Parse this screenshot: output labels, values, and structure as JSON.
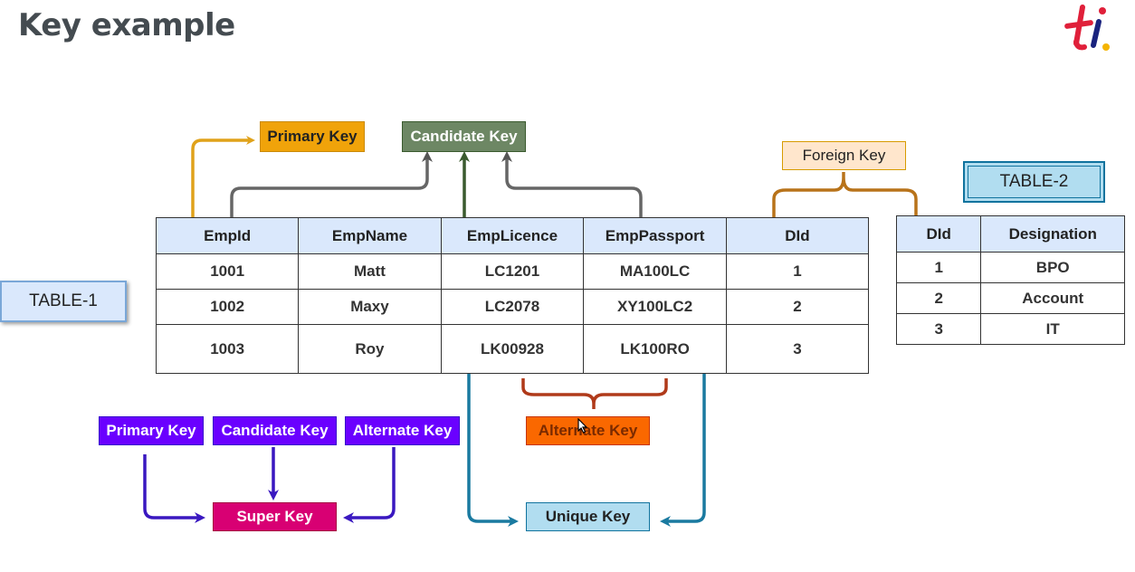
{
  "page_title": "Key example",
  "table1": {
    "label": "TABLE-1",
    "headers": [
      "EmpId",
      "EmpName",
      "EmpLicence",
      "EmpPassport",
      "DId"
    ],
    "rows": [
      [
        "1001",
        "Matt",
        "LC1201",
        "MA100LC",
        "1"
      ],
      [
        "1002",
        "Maxy",
        "LC2078",
        "XY100LC2",
        "2"
      ],
      [
        "1003",
        "Roy",
        "LK00928",
        "LK100RO",
        "3"
      ]
    ]
  },
  "table2": {
    "label": "TABLE-2",
    "headers": [
      "DId",
      "Designation"
    ],
    "rows": [
      [
        "1",
        "BPO"
      ],
      [
        "2",
        "Account"
      ],
      [
        "3",
        "IT"
      ]
    ]
  },
  "labels": {
    "primary_key_top": "Primary Key",
    "candidate_key_top": "Candidate Key",
    "foreign_key": "Foreign Key",
    "primary_key_bottom": "Primary Key",
    "candidate_key_bottom": "Candidate Key",
    "alternate_key_bottom": "Alternate Key",
    "super_key": "Super Key",
    "alternate_key_mid": "Alternate Key",
    "unique_key": "Unique Key"
  },
  "colors": {
    "primary_key": "#f0a30a",
    "candidate_key": "#6d8764",
    "foreign_key": "#ffe6cc",
    "purple_key": "#6a00ff",
    "super_key": "#d80073",
    "alternate_key_mid": "#fa6800",
    "unique_key": "#b1ddf0",
    "table_header": "#dae8fc"
  }
}
